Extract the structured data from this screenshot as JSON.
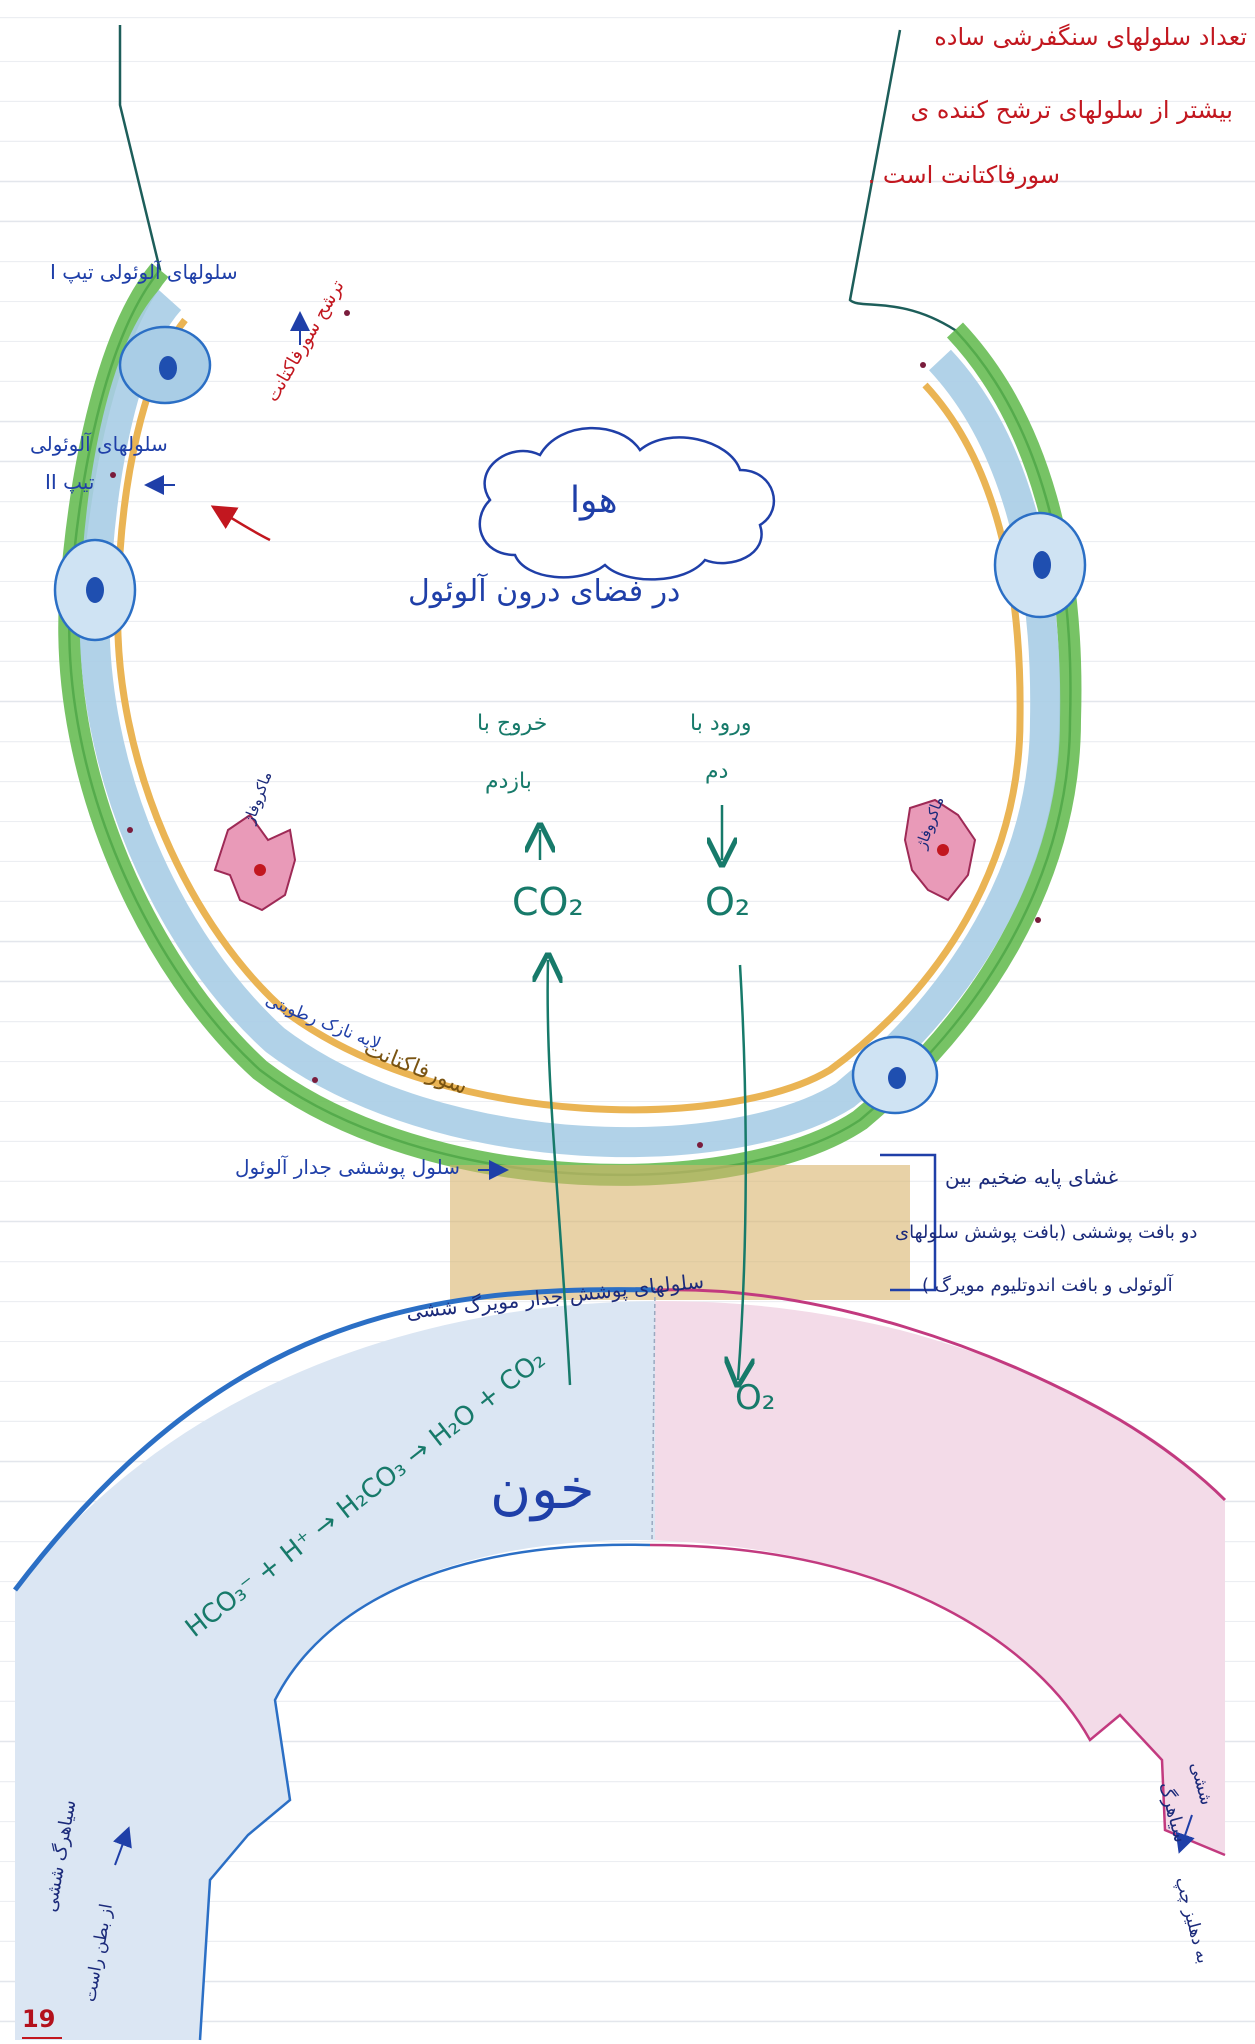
{
  "note_top_right": {
    "line1": "تعداد سلولهای سنگفرشی ساده",
    "line2": "بیشتر از سلولهای ترشح کننده ی",
    "line3": "سورفاکتانت است ."
  },
  "labels": {
    "type1_cells": "سلولهای آلوئولی تیپ I",
    "type2_cells_line1": "سلولهای آلوئولی",
    "type2_cells_line2": "تیپ II",
    "surfactant_secretion": "ترشح سورفاکتانت",
    "air": "هوا",
    "alveolar_space": "در فضای درون آلوئول",
    "exhale_line1": "خروج با",
    "exhale_line2": "بازدم",
    "inhale_line1": "ورود با",
    "inhale_line2": "دم",
    "co2_alveolus": "CO₂",
    "o2_alveolus": "O₂",
    "macrophage_left": "ماکروفاژ",
    "macrophage_right": "ماکروفاژ",
    "surfactant": "سورفاکتانت",
    "thin_moist_layer": "لایه نازک رطوبتی",
    "alveolar_wall_cell": "سلول پوششی جدار آلوئول",
    "basement_membrane_line1": "غشای پایه ضخیم بین",
    "basement_membrane_line2": "دو بافت پوششی (بافت پوشش سلولهای",
    "basement_membrane_line3": "آلوئولی و بافت اندوتلیوم مویرگ )",
    "capillary_wall_cells": "سلولهای پوشش جدار مویرگ ششی",
    "blood_reaction": "HCO₃⁻ + H⁺ → H₂CO₃ → H₂O + CO₂",
    "o2_blood": "O₂",
    "blood": "خون",
    "pulmonary_vein_left_line1": "سیاهرگ ششی",
    "pulmonary_vein_left_line2": "از بطن راست",
    "pulmonary_vein_right_line1": "سیاهرگ",
    "pulmonary_vein_right_line2": "ششی",
    "pulmonary_vein_right_line3": "به دهلیز چپ",
    "page_number": "19"
  },
  "colors": {
    "blue_ink": "#1f3fa8",
    "teal_ink": "#177a6a",
    "red_ink": "#c2171f",
    "epithelium_green": "#5fb84a",
    "epithelium_blue": "#a9cde6",
    "surfactant_orange": "#e9b04b",
    "basement_tan": "#d9b46c",
    "blood_blue_side": "#dbe6f3",
    "blood_pink_side": "#f3dbe8",
    "capillary_blue_line": "#2b6fc5",
    "capillary_pink_line": "#c23a7f",
    "macrophage_pink": "#e99ab8"
  }
}
